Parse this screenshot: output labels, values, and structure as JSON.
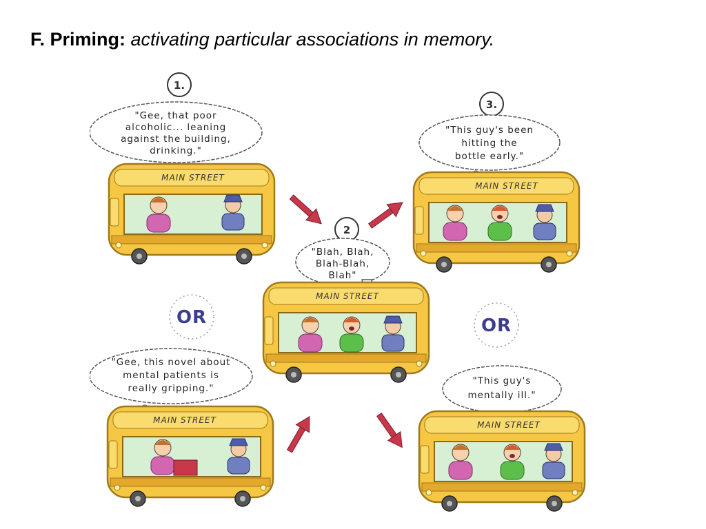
{
  "slide": {
    "title_bold": "F. Priming:",
    "title_italic": "activating particular associations in memory."
  },
  "cartoon": {
    "panel1": {
      "number": "1.",
      "sign": "MAIN STREET",
      "thought_lines": [
        "\"Gee, that poor",
        "alcoholic... leaning",
        "against the building,",
        "drinking.\""
      ]
    },
    "panel2": {
      "number": "2",
      "sign": "MAIN STREET",
      "speech_lines": [
        "\"Blah, Blah,",
        "Blah-Blah,",
        "Blah\""
      ]
    },
    "panel3": {
      "number": "3.",
      "sign": "MAIN STREET",
      "thought_lines": [
        "\"This guy's been",
        "hitting the",
        "bottle early.\""
      ]
    },
    "panel4": {
      "sign": "MAIN STREET",
      "thought_lines": [
        "\"Gee, this novel about",
        "mental patients is",
        "really gripping.\""
      ]
    },
    "panel5": {
      "sign": "MAIN STREET",
      "thought_lines": [
        "\"This guy's",
        "mentally ill.\""
      ]
    },
    "or_left": "OR",
    "or_right": "OR"
  },
  "colors": {
    "bus_yellow": "#f6c743",
    "bus_outline": "#a0791a",
    "arrow_red": "#c8384a",
    "or_blue": "#3d3d8f",
    "window_green": "#d7efd2"
  }
}
